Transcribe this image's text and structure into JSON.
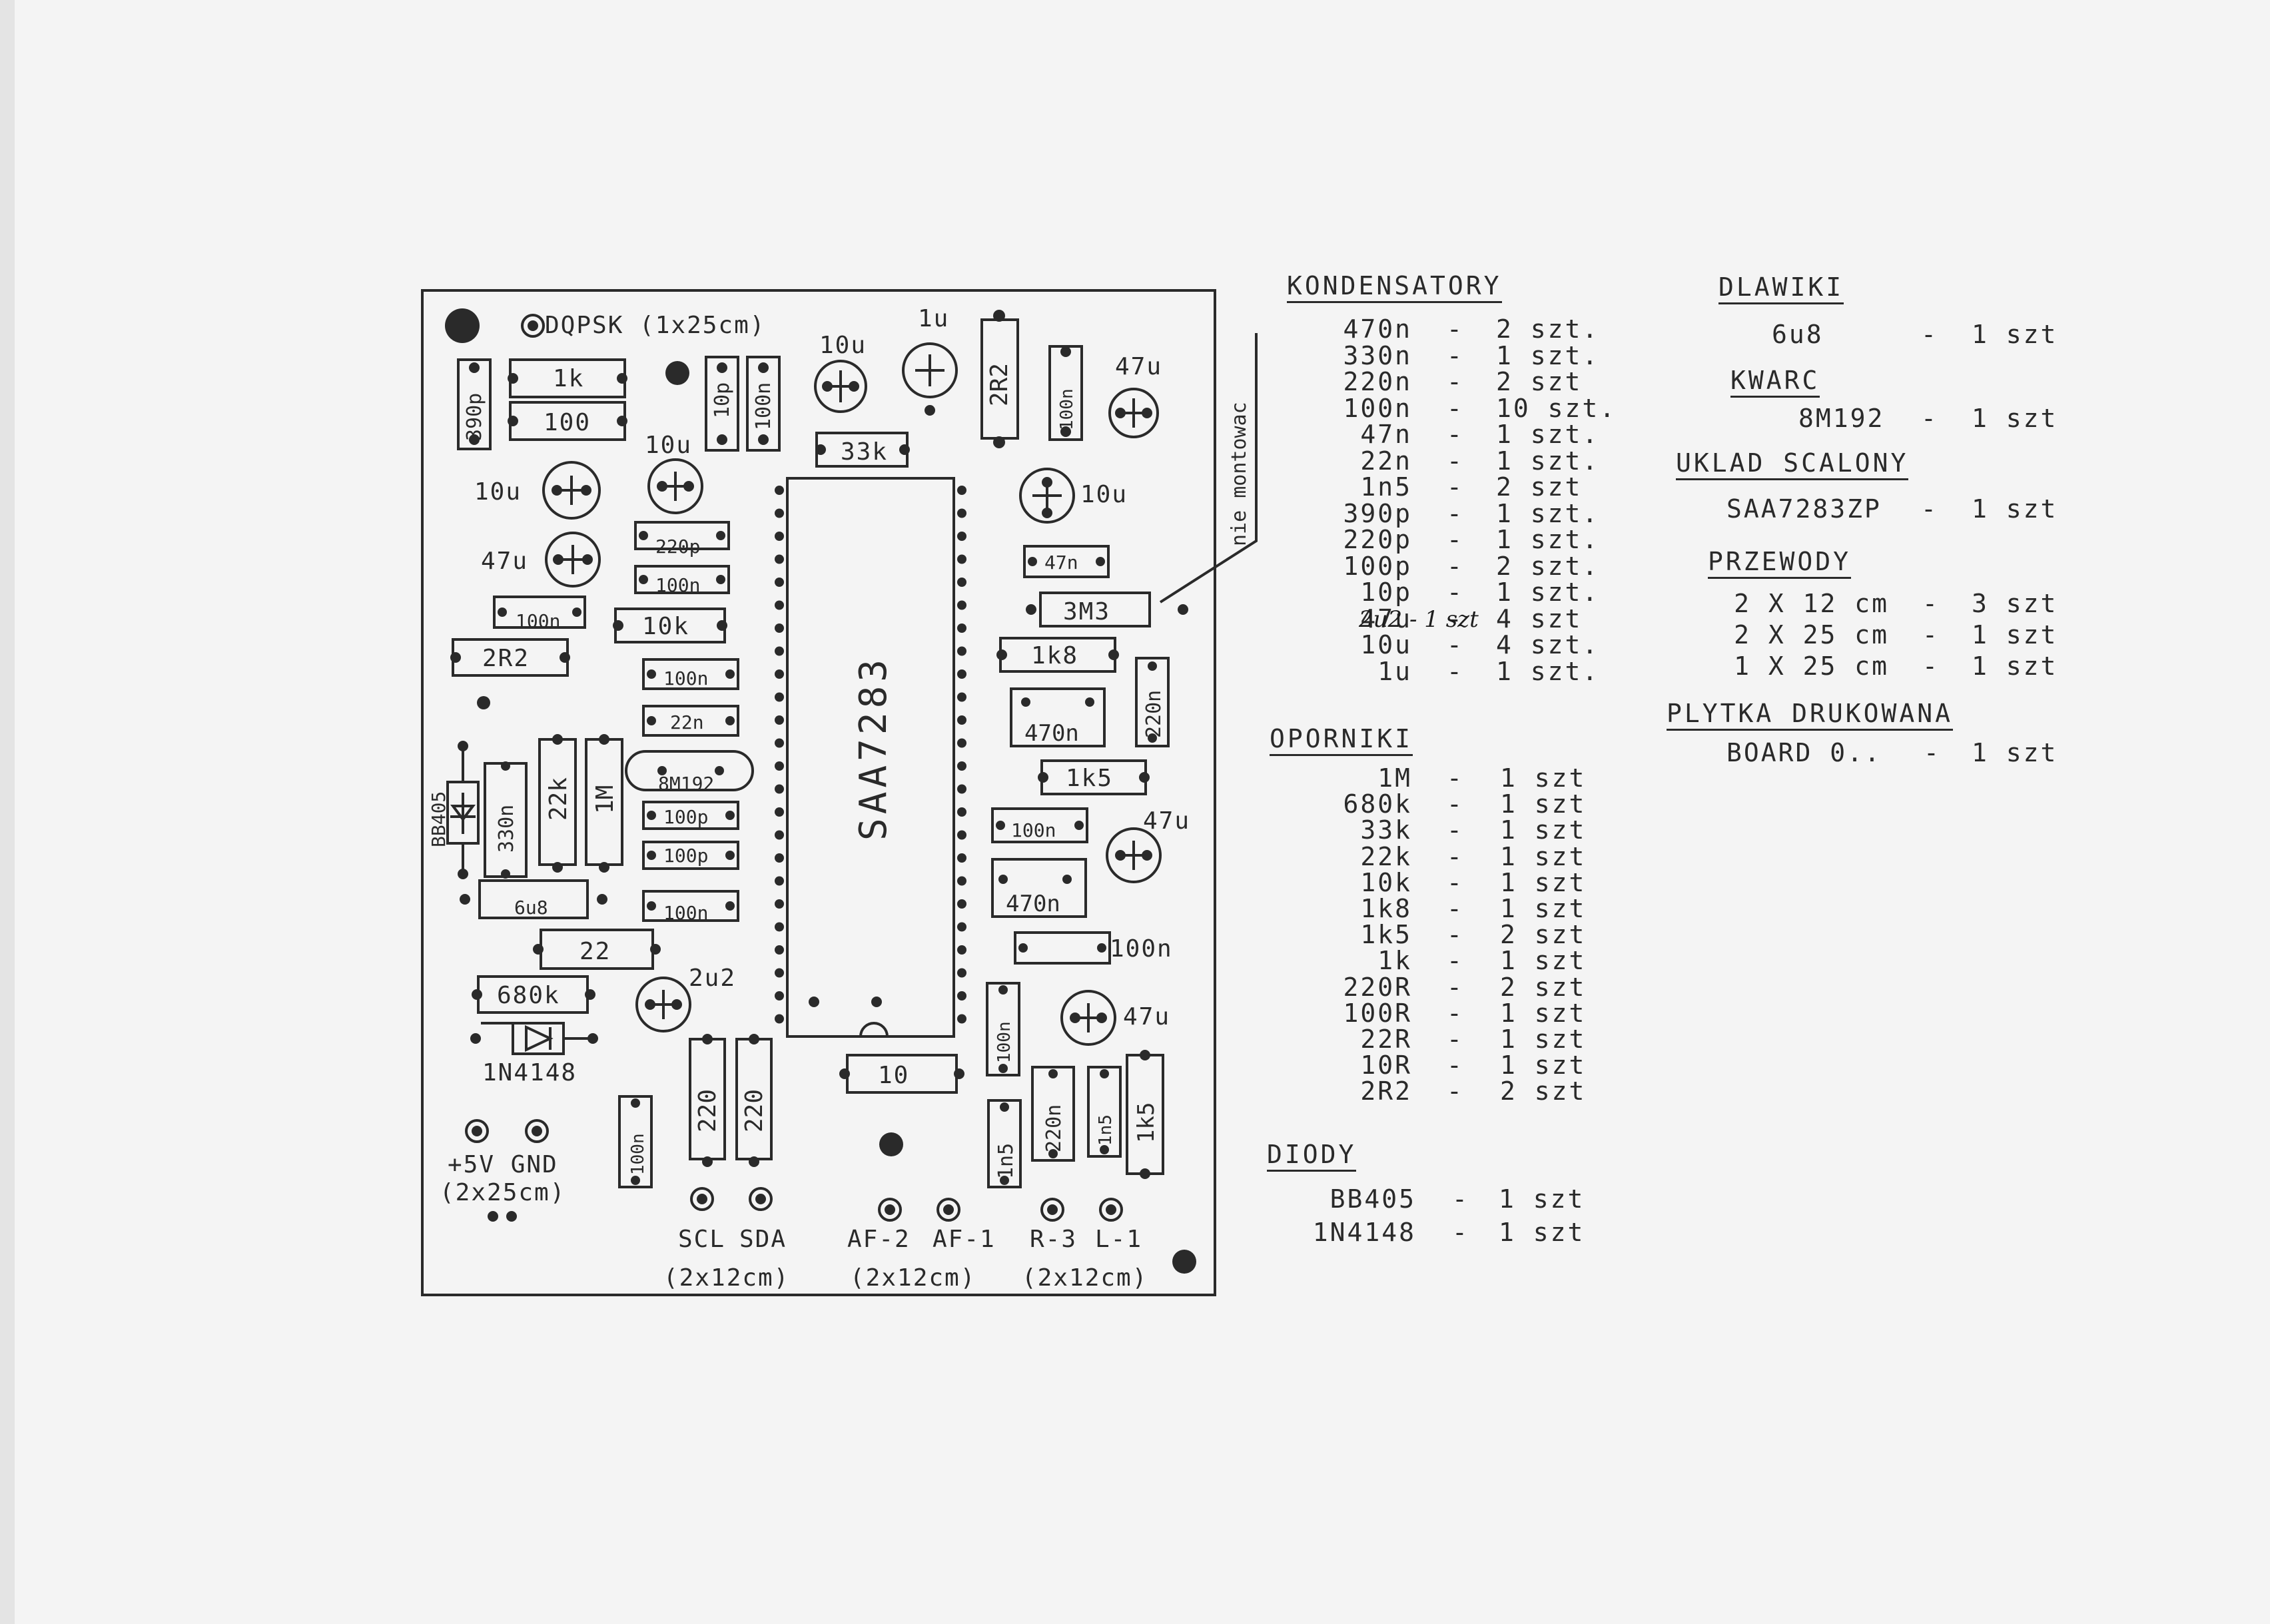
{
  "pcb": {
    "labels": {
      "dqpsk": "DQPSK (1x25cm)",
      "r_1k": "1k",
      "r_100": "100",
      "c_390p": "390p",
      "c_10p": "10p",
      "c_100n_a": "100n",
      "c_10u_top": "10u",
      "c_1u": "1u",
      "r_2R2_v": "2R2",
      "c_100n_b": "100n",
      "c_47u_tr": "47u",
      "c_10u_l": "10u",
      "c_10u_m": "10u",
      "r_33k": "33k",
      "c_10u_r": "10u",
      "c_47u_l": "47u",
      "c_220p": "220p",
      "c_100n_c": "100n",
      "c_47n": "47n",
      "c_100n_d": "100n",
      "r_10k": "10k",
      "r_3M3": "3M3",
      "r_2R2_h": "2R2",
      "c_100n_e": "100n",
      "r_1k8": "1k8",
      "c_220n_v": "220n",
      "c_22n": "22n",
      "c_470n_a": "470n",
      "ic": "SAA7283",
      "bb405": "BB405",
      "c_330n": "330n",
      "r_22k": "22k",
      "r_1M": "1M",
      "xtal": "8M192",
      "r_1k5": "1k5",
      "c_100p_a": "100p",
      "c_100n_f": "100n",
      "c_47u_r": "47u",
      "c_100p_b": "100p",
      "l_6u8": "6u8",
      "c_100n_g": "100n",
      "c_470n_b": "470n",
      "r_22": "22",
      "c_100n_h": "100n",
      "r_680k": "680k",
      "c_2u2": "2u2",
      "c_100n_v": "100n",
      "c_47u_b": "47u",
      "d_1n4148": "1N4148",
      "r_10": "10",
      "r_220_a": "220",
      "r_220_b": "220",
      "c_100n_l": "100n",
      "c_1n5_a": "1n5",
      "c_220n_b": "220n",
      "c_1n5_b": "1n5",
      "r_1k5_v": "1k5",
      "pwr": "+5V  GND",
      "pwr_len": "(2x25cm)",
      "scl": "SCL",
      "sda": "SDA",
      "af2": "AF-2",
      "af1": "AF-1",
      "r3": "R-3",
      "l1": "L-1",
      "len1": "(2x12cm)",
      "len2": "(2x12cm)",
      "len3": "(2x12cm)",
      "nie": "nie montowac"
    }
  },
  "parts": {
    "kondensatory": {
      "title": "KONDENSATORY",
      "rows": [
        {
          "v": "470n",
          "q": "2 szt."
        },
        {
          "v": "330n",
          "q": "1 szt."
        },
        {
          "v": "220n",
          "q": "2 szt"
        },
        {
          "v": "100n",
          "q": "10 szt."
        },
        {
          "v": "47n",
          "q": "1 szt."
        },
        {
          "v": "22n",
          "q": "1 szt."
        },
        {
          "v": "1n5",
          "q": "2 szt"
        },
        {
          "v": "390p",
          "q": "1 szt."
        },
        {
          "v": "220p",
          "q": "1 szt."
        },
        {
          "v": "100p",
          "q": "2 szt."
        },
        {
          "v": "10p",
          "q": "1 szt."
        },
        {
          "v": "47u",
          "q": "4 szt"
        },
        {
          "v": "10u",
          "q": "4 szt."
        },
        {
          "v": "1u",
          "q": "1 szt."
        }
      ],
      "handwritten": "2u2 - 1 szt"
    },
    "oporniki": {
      "title": "OPORNIKI",
      "rows": [
        {
          "v": "1M",
          "q": "1 szt"
        },
        {
          "v": "680k",
          "q": "1 szt"
        },
        {
          "v": "33k",
          "q": "1 szt"
        },
        {
          "v": "22k",
          "q": "1 szt"
        },
        {
          "v": "10k",
          "q": "1 szt"
        },
        {
          "v": "1k8",
          "q": "1 szt"
        },
        {
          "v": "1k5",
          "q": "2 szt"
        },
        {
          "v": "1k",
          "q": "1 szt"
        },
        {
          "v": "220R",
          "q": "2 szt"
        },
        {
          "v": "100R",
          "q": "1 szt"
        },
        {
          "v": "22R",
          "q": "1 szt"
        },
        {
          "v": "10R",
          "q": "1 szt"
        },
        {
          "v": "2R2",
          "q": "2 szt"
        }
      ]
    },
    "diody": {
      "title": "DIODY",
      "rows": [
        {
          "v": "BB405",
          "q": "1 szt"
        },
        {
          "v": "1N4148",
          "q": "1 szt"
        }
      ]
    },
    "dlawiki": {
      "title": "DLAWIKI",
      "row": {
        "v": "6u8",
        "q": "1 szt"
      }
    },
    "kwarc": {
      "title": "KWARC",
      "row": {
        "v": "8M192",
        "q": "1 szt"
      }
    },
    "uklad": {
      "title": "UKLAD SCALONY",
      "row": {
        "v": "SAA7283ZP",
        "q": "1 szt"
      }
    },
    "przewody": {
      "title": "PRZEWODY",
      "rows": [
        {
          "v": "2 X 12 cm",
          "q": "3 szt"
        },
        {
          "v": "2 X 25 cm",
          "q": "1 szt"
        },
        {
          "v": "1 X 25 cm",
          "q": "1 szt"
        }
      ]
    },
    "plytka": {
      "title": "PLYTKA DRUKOWANA",
      "row": {
        "v": "BOARD 0..",
        "q": "1 szt"
      }
    },
    "dash": "-"
  }
}
